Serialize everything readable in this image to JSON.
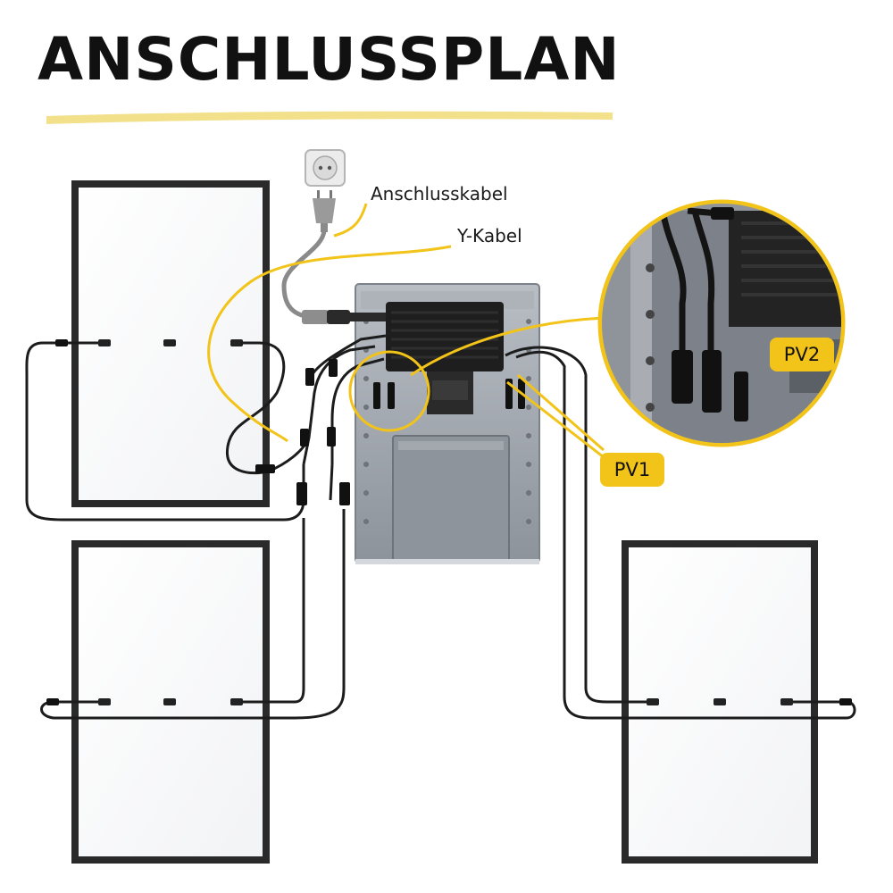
{
  "title": "ANSCHLUSSPLAN",
  "labels": {
    "connection_cable": "Anschlusskabel",
    "y_cable": "Y-Kabel"
  },
  "badges": {
    "pv1": "PV1",
    "pv2": "PV2"
  },
  "colors": {
    "accent": "#f2c318",
    "underline": "#f3e08a",
    "panel_frame": "#2a2a2a",
    "cable": "#1c1c1c",
    "plug_cable": "#8a8a8a",
    "enclosure": "#9aa0a8",
    "inverter": "#1e1e1e"
  },
  "icons": [
    "wall-socket-icon",
    "plug-icon"
  ]
}
